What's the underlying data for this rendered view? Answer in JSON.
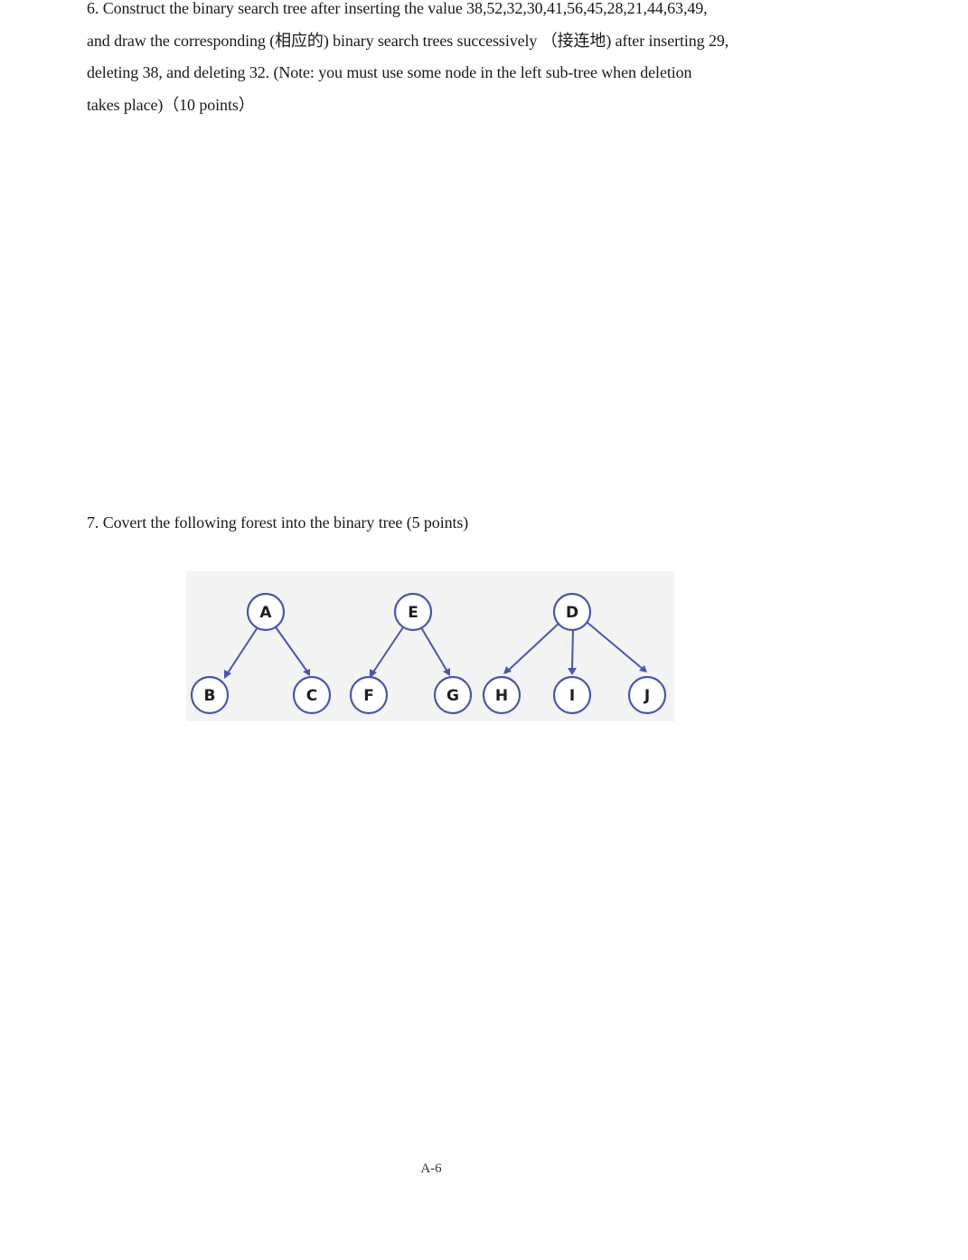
{
  "question6": {
    "lines": [
      "6. Construct the binary search tree after inserting the value 38,52,32,30,41,56,45,28,21,44,63,49,",
      "and draw the corresponding (相应的) binary search trees successively （接连地) after inserting 29,",
      "deleting 38, and deleting 32.    (Note: you must use some node in the left sub-tree when deletion",
      "takes place)（10 points）"
    ]
  },
  "question7": {
    "text": "7. Covert the following forest into the binary tree (5 points)"
  },
  "forest": {
    "nodes": [
      {
        "id": "A",
        "label": "A"
      },
      {
        "id": "B",
        "label": "B"
      },
      {
        "id": "C",
        "label": "C"
      },
      {
        "id": "E",
        "label": "E"
      },
      {
        "id": "F",
        "label": "F"
      },
      {
        "id": "G",
        "label": "G"
      },
      {
        "id": "D",
        "label": "D"
      },
      {
        "id": "H",
        "label": "H"
      },
      {
        "id": "I",
        "label": "I"
      },
      {
        "id": "J",
        "label": "J"
      }
    ],
    "edges": [
      {
        "from": "A",
        "to": "B"
      },
      {
        "from": "A",
        "to": "C"
      },
      {
        "from": "E",
        "to": "F"
      },
      {
        "from": "E",
        "to": "G"
      },
      {
        "from": "D",
        "to": "H"
      },
      {
        "from": "D",
        "to": "I"
      },
      {
        "from": "D",
        "to": "J"
      }
    ],
    "colors": {
      "stroke": "#4b55a8",
      "background": "#f3f3f3"
    }
  },
  "footer": {
    "page_number": "A-6"
  }
}
